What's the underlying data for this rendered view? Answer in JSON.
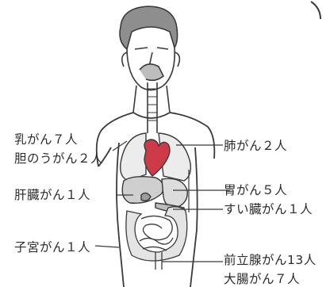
{
  "labels": {
    "left": {
      "breast": "乳がん７人",
      "gallbladder": "胆のうがん２人",
      "liver": "肝臓がん１人",
      "uterus": "子宮がん１人"
    },
    "right": {
      "lung": "肺がん２人",
      "stomach": "胃がん５人",
      "pancreas": "すい臓がん１人",
      "prostate": "前立腺がん13人",
      "colon": "大腸がん７人"
    }
  },
  "colors": {
    "line": "#3a3a3a",
    "organ_fill": "#cccccc",
    "heart": "#cc3b47",
    "hair": "#8e8e8e",
    "text": "#2b2b2b"
  }
}
